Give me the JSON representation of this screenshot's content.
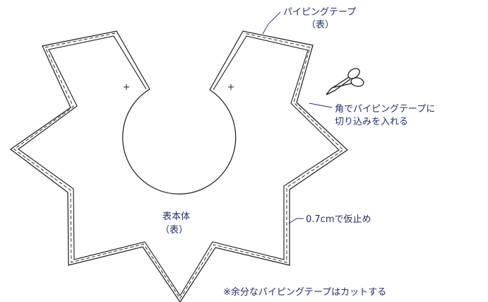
{
  "labels": {
    "piping_tape": "パイピングテープ",
    "piping_tape_side": "（表）",
    "corner_cut_line1": "角でパイピングテープに",
    "corner_cut_line2": "切り込みを入れる",
    "baste": "0.7cmで仮止め",
    "body_main": "表本体",
    "body_side": "（表）",
    "note": "※余分なパイピングテープはカットする"
  },
  "icons": {
    "scissors": "scissors-icon",
    "plus": "plus-mark"
  },
  "colors": {
    "line": "#1a1a1a",
    "text": "#1f2e6b"
  }
}
